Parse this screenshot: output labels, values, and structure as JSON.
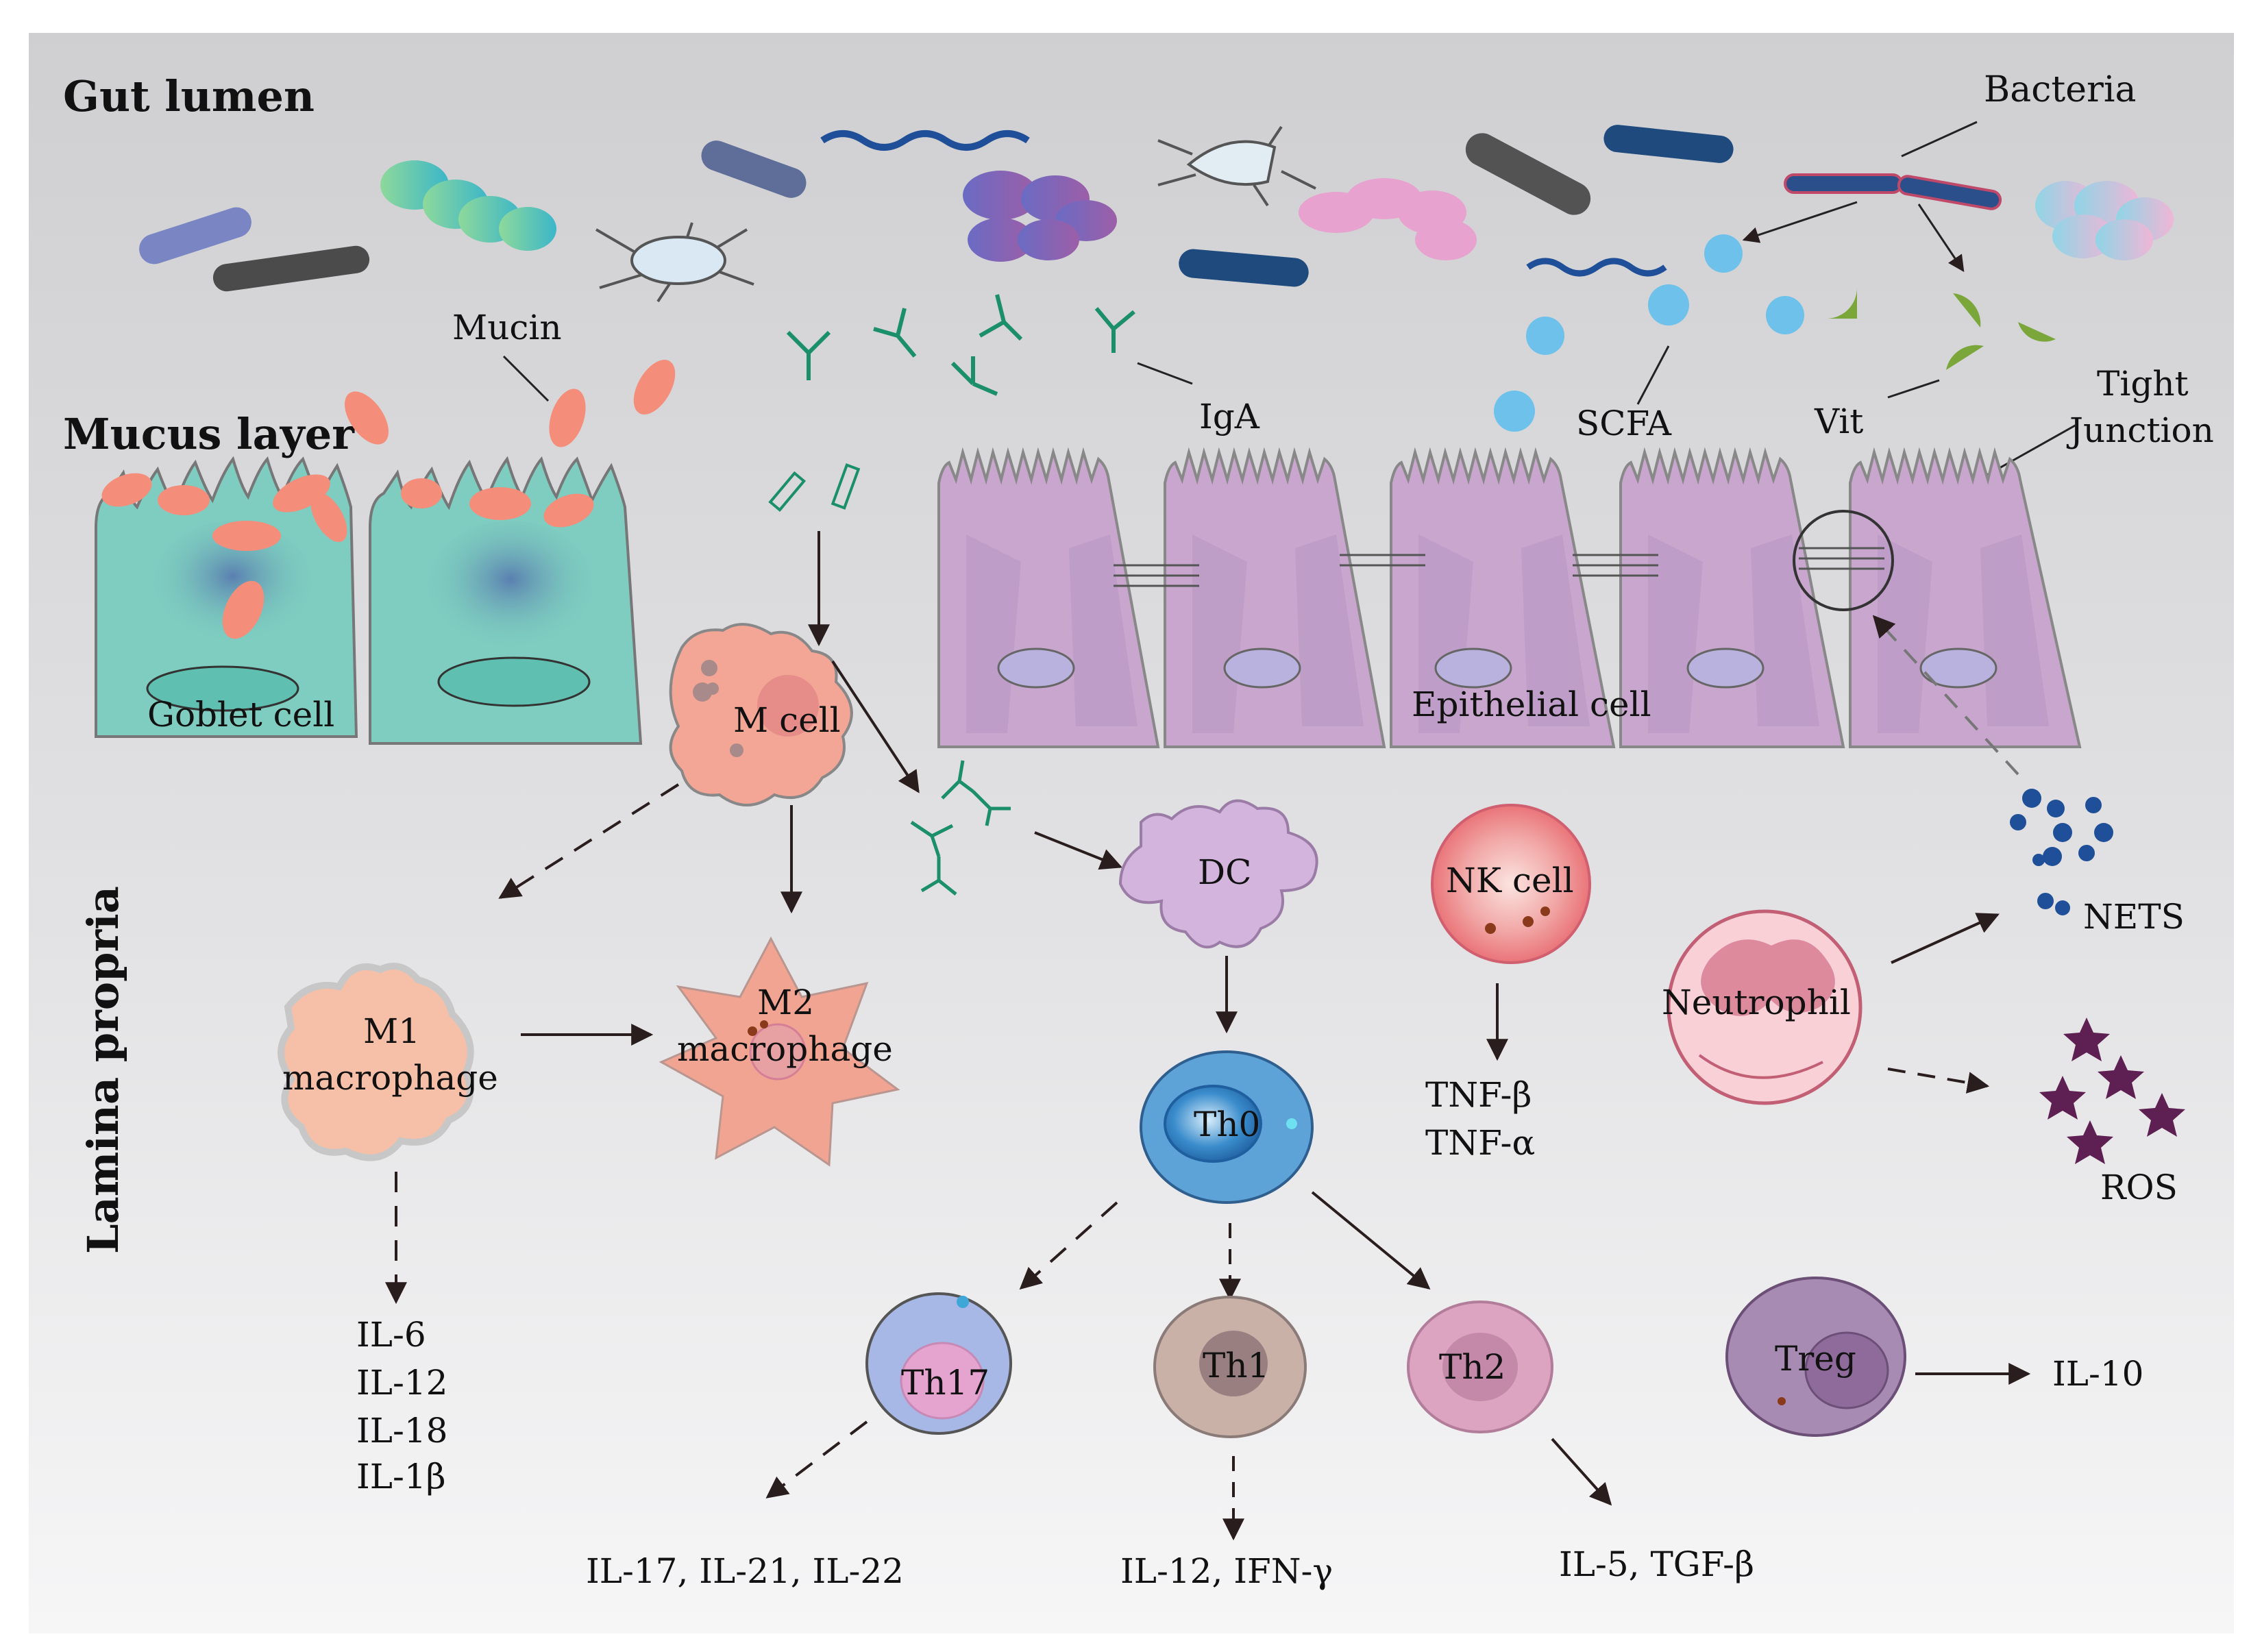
{
  "regions": {
    "gut_lumen": "Gut lumen",
    "mucus_layer": "Mucus layer",
    "lamina_propria": "Lamina propria"
  },
  "labels": {
    "bacteria": "Bacteria",
    "mucin": "Mucin",
    "iga": "IgA",
    "scfa": "SCFA",
    "vit": "Vit",
    "tight_junction_line1": "Tight",
    "tight_junction_line2": "Junction",
    "goblet_cell": "Goblet cell",
    "m_cell": "M cell",
    "epithelial_cell": "Epithelial cell",
    "dc": "DC",
    "nk_cell": "NK cell",
    "neutrophil": "Neutrophil",
    "nets": "NETS",
    "ros": "ROS",
    "m1_line1": "M1",
    "m1_line2": "macrophage",
    "m2_line1": "M2",
    "m2_line2": "macrophage",
    "th0": "Th0",
    "th17": "Th17",
    "th1": "Th1",
    "th2": "Th2",
    "treg": "Treg"
  },
  "cytokines": {
    "nk": [
      "TNF-β",
      "TNF-α"
    ],
    "m1": [
      "IL-6",
      "IL-12",
      "IL-18",
      "IL-1β"
    ],
    "th17": "IL-17, IL-21, IL-22",
    "th1": "IL-12, IFN-γ",
    "th2": "IL-5, TGF-β",
    "treg": "IL-10"
  },
  "colors": {
    "goblet": "#7ecdc0",
    "epithelial": "#c8a6cd",
    "mucin": "#f58d7b",
    "m_cell": "#f3a596",
    "dc": "#d3b4dc",
    "nk": "#e8797c",
    "th0": "#4f95cc",
    "neutrophil": "#f8d0d6",
    "ros": "#5e1f52",
    "nets": "#1e4f98",
    "scfa": "#6ec1ea",
    "vit": "#7aa63a",
    "iga": "#1b8f6a",
    "treg": "#9b7ea8"
  }
}
